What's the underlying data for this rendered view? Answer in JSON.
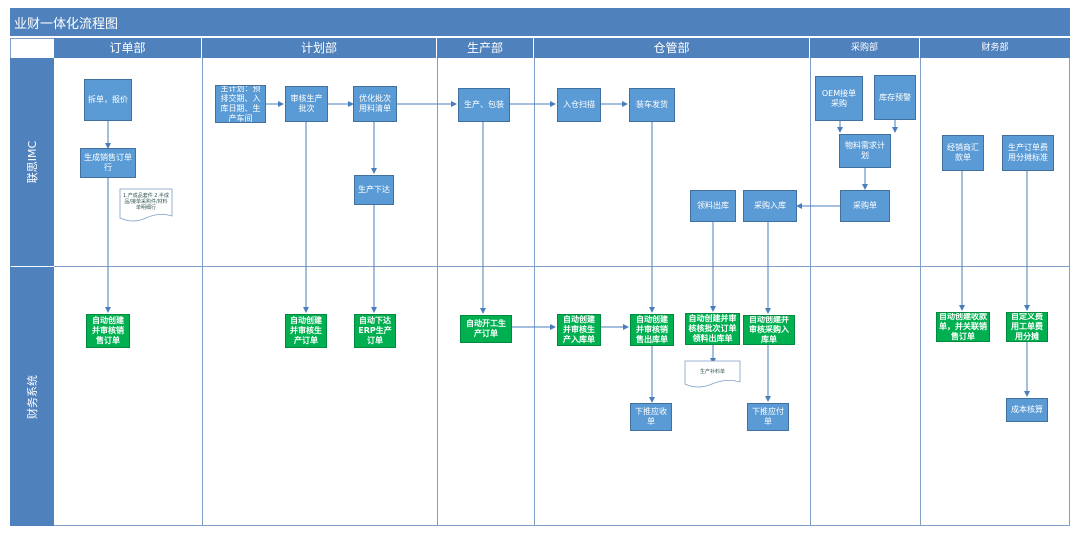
{
  "title": "业财一体化流程图",
  "lanes": [
    "订单部",
    "计划部",
    "生产部",
    "仓管部",
    "采购部",
    "财务部"
  ],
  "rows": [
    "联思IMC",
    "财务系统"
  ],
  "nodes": {
    "chaidan": "拆单，报价",
    "shengcheng_xiaoshou": "生成销售订单行",
    "zhujihua": "主计划：预排交期、入库日期、生产车间",
    "shenhe_shengchan": "审核生产批次",
    "youhua_pici": "优化批次用料清单",
    "shengchan_xiada": "生产下达",
    "shengchan_baozhuang": "生产、包装",
    "rucang_saomiao": "入仓扫描",
    "zhuangche_fahuo": "装车发货",
    "oem_jiedan": "OEM接单采购",
    "kucun_yujing": "库存预警",
    "wuliao_xuqiu": "物料需求计划",
    "caigoudan": "采购单",
    "caigou_ruku": "采购入库",
    "lingliao_chuku": "领料出库",
    "jingxiao_huikuan": "经销商汇款单",
    "shengchan_feiyong": "生产订单费用分摊标准",
    "auto_xiaoshou": "自动创建并审核销售订单",
    "auto_shengchan_dingdan": "自动创建并审核生产订单",
    "auto_erp": "自动下达ERP生产订单",
    "auto_kaigong": "自动开工生产订单",
    "auto_ruku": "自动创建并审核生产入库单",
    "auto_chuku": "自动创建并审核销售出库单",
    "auto_lingliao": "自动创建并审核核批次订单领料出库单",
    "auto_caigou_ruku": "自动创建并审核采购入库单",
    "xiatui_yingshou": "下推应收单",
    "xiatui_yingfu": "下推应付单",
    "auto_shoukuan": "自动创建收款单，并关联销售订单",
    "zidingyi_feiyong": "自定义费用工单费用分摊",
    "chengben_hesuan": "成本核算"
  },
  "docs": {
    "doc_chanpin": "1.产成品套件 2.半成品/接单采购件/材料单明细行",
    "doc_shengchan_bu": "生产补料单"
  },
  "colors": {
    "header": "#4f81bd",
    "task": "#5b9bd5",
    "auto": "#00b050",
    "arrow": "#4a7ebb"
  }
}
